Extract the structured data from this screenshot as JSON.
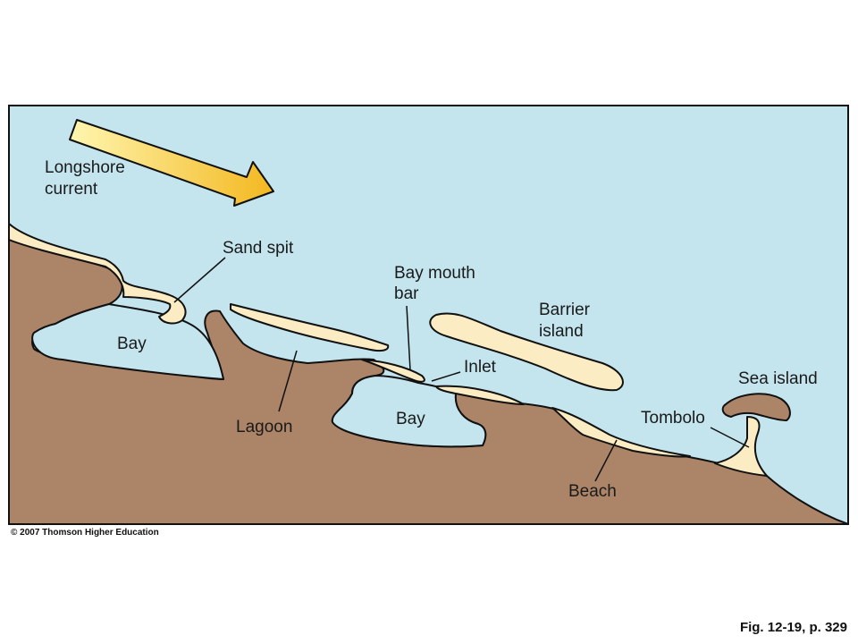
{
  "figure": {
    "caption": "Fig. 12-19, p. 329",
    "copyright": "© 2007 Thomson Higher Education"
  },
  "colors": {
    "water": "#c4e5ee",
    "land": "#ac8468",
    "sand": "#fbecc3",
    "outline": "#111111",
    "arrow_light": "#fff6b0",
    "arrow_dark": "#f3b820"
  },
  "labels": {
    "longshore_current": [
      "Longshore",
      "current"
    ],
    "sand_spit": "Sand spit",
    "bay_left": "Bay",
    "bay_mouth_bar": [
      "Bay mouth",
      "bar"
    ],
    "barrier_island": [
      "Barrier",
      "island"
    ],
    "inlet": "Inlet",
    "lagoon": "Lagoon",
    "bay_center": "Bay",
    "sea_island": "Sea island",
    "tombolo": "Tombolo",
    "beach": "Beach"
  }
}
